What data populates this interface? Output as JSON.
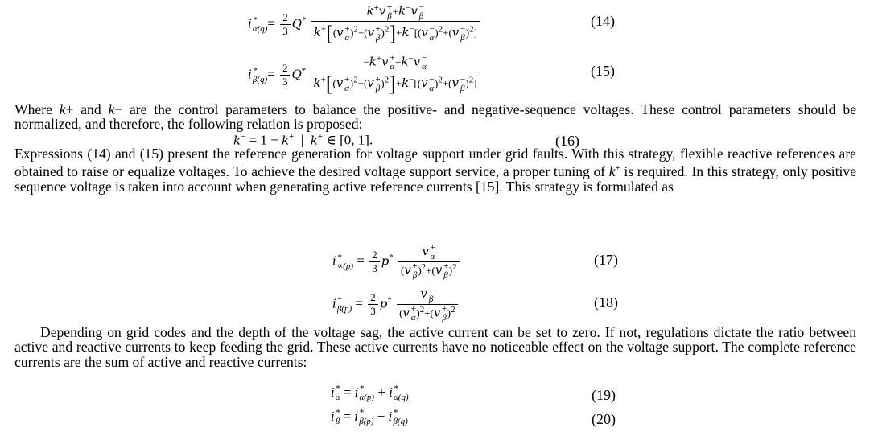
{
  "equations": [
    {
      "id": "14",
      "label": "(14)",
      "html": "<span class='m'>i</span><span class='ss'><i>*</i><i>α(q)</i></span>= <span class='frac small'><span class='num'>2</span><span>3</span></span><span class='m'>Q</span><sup>*</sup> <span class='frac small'><span class='num'><span class='m'>k</span><sup>+</sup><span class='m'>v</span><span class='ss'><i>+</i><i>β</i></span>+<span class='m'>k</span><sup>−</sup><span class='m'>v</span><span class='ss'><i>−</i><i>β</i></span></span><span><span class='m'>k</span><sup>+</sup><span class='big'>[</span>(<span class='m'>v</span><span class='ss'><i>+</i><i>α</i></span>)<sup>2</sup>+(<span class='m'>v</span><span class='ss'><i>+</i><i>β</i></span>)<sup>2</sup><span class='big'>]</span>+<span class='m'>k</span><sup>−</sup>[(<span class='m'>v</span><span class='ss'><i>−</i><i>α</i></span>)<sup>2</sup>+(<span class='m'>v</span><span class='ss'><i>−</i><i>β</i></span>)<sup>2</sup>]</span></span>"
    },
    {
      "id": "15",
      "label": "(15)",
      "html": "<span class='m'>i</span><span class='ss'><i>*</i><i>β(q)</i></span>= <span class='frac small'><span class='num'>2</span><span>3</span></span><span class='m'>Q</span><sup>*</sup> <span class='frac small'><span class='num'>−<span class='m'>k</span><sup>+</sup><span class='m'>v</span><span class='ss'><i>+</i><i>α</i></span>+<span class='m'>k</span><sup>−</sup><span class='m'>v</span><span class='ss'><i>−</i><i>α</i></span></span><span><span class='m'>k</span><sup>+</sup><span class='big'>[</span>(<span class='m'>v</span><span class='ss'><i>+</i><i>α</i></span>)<sup>2</sup>+(<span class='m'>v</span><span class='ss'><i>+</i><i>β</i></span>)<sup>2</sup><span class='big'>]</span>+<span class='m'>k</span><sup>−</sup>[(<span class='m'>v</span><span class='ss'><i>−</i><i>α</i></span>)<sup>2</sup>+(<span class='m'>v</span><span class='ss'><i>−</i><i>β</i></span>)<sup>2</sup>]</span></span>"
    },
    {
      "id": "16",
      "label": "(16)",
      "html": "<span class='m'>k</span><sup>−</sup> = 1 − <span class='m'>k</span><sup>+</sup>&nbsp; | &nbsp;<span class='m'>k</span><sup>+</sup> ∈ [0, 1]."
    },
    {
      "id": "17",
      "label": "(17)",
      "html": "<span class='m'>i</span><span class='ss'><i>*</i><i>∝(p)</i></span> = <span class='frac small'><span class='num'>2</span><span>3</span></span><span class='m'>p</span><sup>*</sup> <span class='frac small'><span class='num'><span class='m'>v</span><span class='ss'><i>+</i><i>α</i></span></span><span>(<span class='m'>v</span><span class='ss'><i>+</i><i>β</i></span>)<sup>2</sup>+(<span class='m'>v</span><span class='ss'><i>+</i><i>β</i></span>)<sup>2</sup></span></span>"
    },
    {
      "id": "18",
      "label": "(18)",
      "html": "<span class='m'>i</span><span class='ss'><i>*</i><i>β(p)</i></span> = <span class='frac small'><span class='num'>2</span><span>3</span></span><span class='m'>p</span><sup>*</sup> <span class='frac small'><span class='num'><span class='m'>v</span><span class='ss'><i>+</i><i>β</i></span></span><span>(<span class='m'>v</span><span class='ss'><i>+</i><i>α</i></span>)<sup>2</sup>+(<span class='m'>v</span><span class='ss'><i>+</i><i>β</i></span>)<sup>2</sup></span></span>"
    },
    {
      "id": "19",
      "label": "(19)",
      "html": "<span class='m'>i</span><span class='ss'><i>*</i><i>α</i></span> = <span class='m'>i</span><span class='ss'><i>*</i><i>α(p)</i></span> + <span class='m'>i</span><span class='ss'><i>*</i><i>α(q)</i></span>"
    },
    {
      "id": "20",
      "label": "(20)",
      "html": "<span class='m'>i</span><span class='ss'><i>*</i><i>β</i></span> = <span class='m'>i</span><span class='ss'><i>*</i><i>β(p)</i></span> + <span class='m'>i</span><span class='ss'><i>*</i><i>β(q)</i></span>"
    }
  ],
  "paragraphs": [
    {
      "html": "Where <i>k</i>+ and <i>k</i>− are the control parameters to balance the positive- and negative-sequence voltages. These control parameters should be normalized, and therefore, the following relation is proposed:"
    },
    {
      "html": "Expressions (14) and (15) present the reference generation for voltage support under grid faults. With this strategy, flexible reactive references are obtained to raise or equalize voltages. To achieve the desired voltage support service, a proper tuning of <i>k</i><sup>+</sup> is required. In this strategy, only positive sequence voltage is taken into account when generating active reference currents [15]. This strategy is formulated as"
    },
    {
      "html": "Depending on grid codes and the depth of the voltage sag, the active current can be set to zero. If not, regulations dictate the ratio between active and reactive currents to keep feeding the grid. These active currents have no noticeable effect on the voltage support. The complete reference currents are the sum of active and reactive currents:"
    }
  ]
}
